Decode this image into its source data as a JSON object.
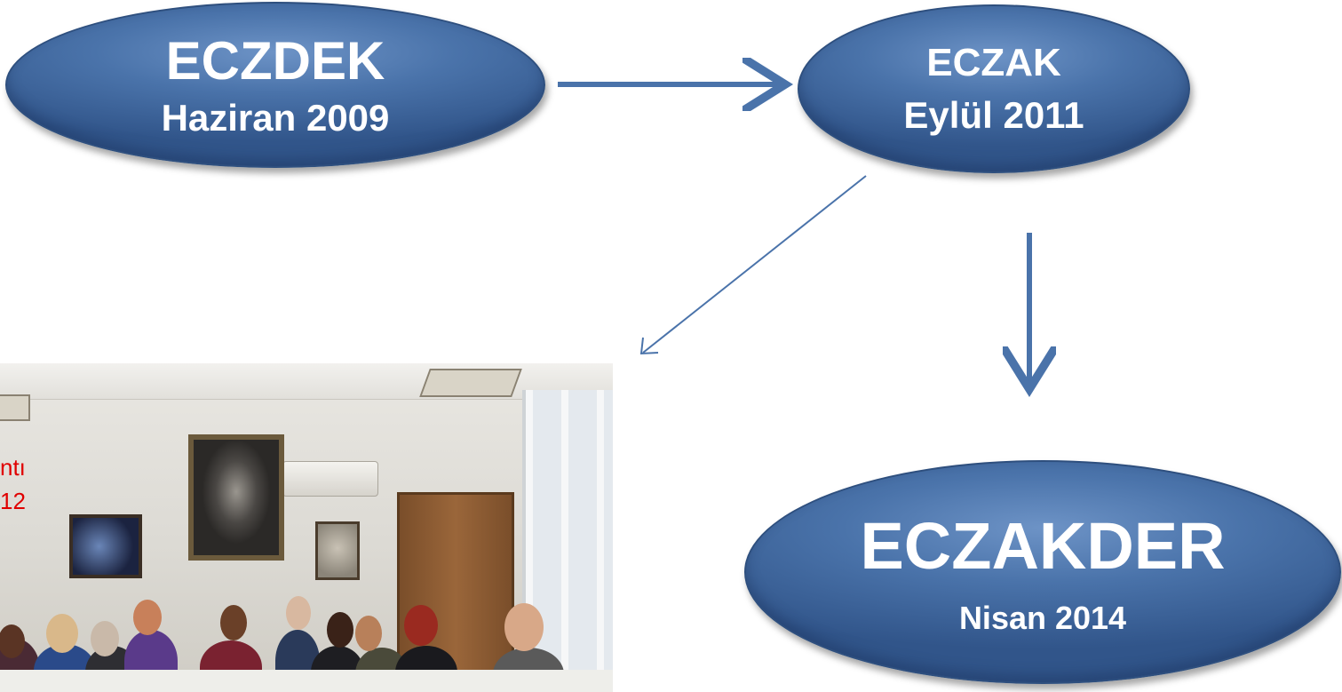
{
  "nodes": {
    "eczdek": {
      "name": "ECZDEK",
      "date": "Haziran 2009"
    },
    "eczak": {
      "name": "ECZAK",
      "date": "Eylül 2011"
    },
    "eczakder": {
      "name": "ECZAKDER",
      "date": "Nisan 2014"
    }
  },
  "photo": {
    "caption_line1": "ntı",
    "caption_line2": "12"
  },
  "colors": {
    "node_fill": "#4a73aa",
    "arrow": "#4a73aa",
    "photo_caption": "#e00000"
  }
}
